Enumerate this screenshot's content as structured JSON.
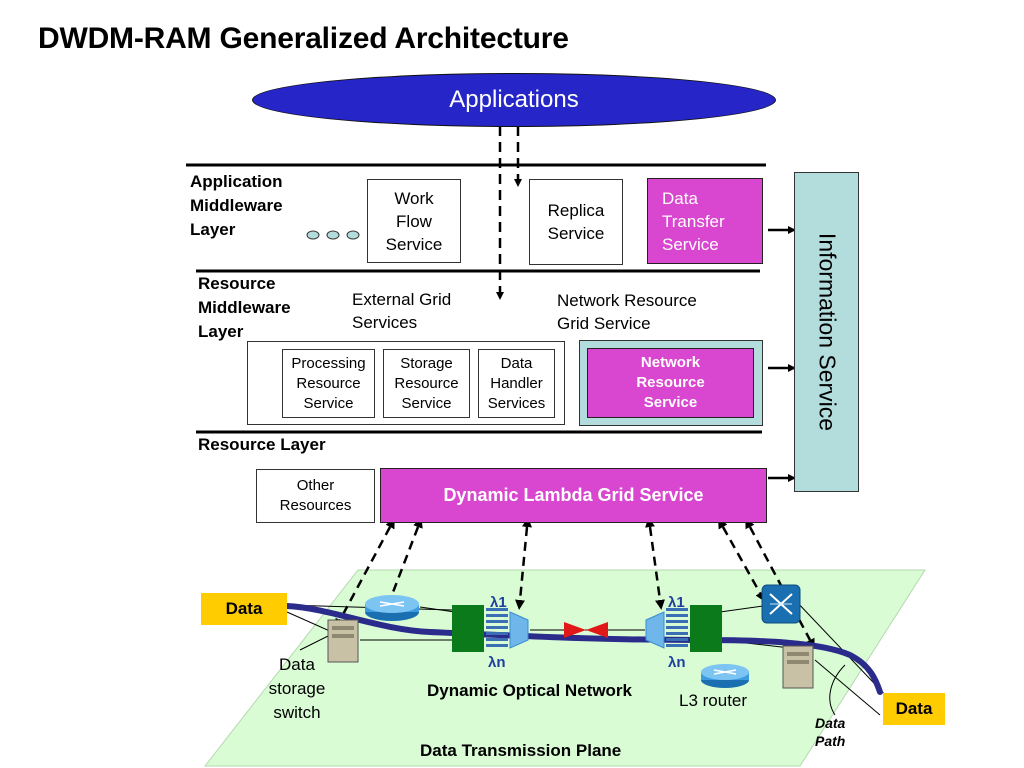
{
  "title": "DWDM-RAM Generalized Architecture",
  "applications_label": "Applications",
  "layers": {
    "app_middleware": "Application\nMiddleware\nLayer",
    "resource_middleware": "Resource\nMiddleware\nLayer",
    "resource": "Resource Layer"
  },
  "app_services": {
    "work_flow": "Work\nFlow\nService",
    "replica": "Replica\nService",
    "data_transfer": "Data\nTransfer\nService"
  },
  "resource_groups": {
    "external_grid": "External Grid\nServices",
    "network_resource_grid": "Network Resource\nGrid Service"
  },
  "resource_services": {
    "processing": "Processing\nResource\nService",
    "storage": "Storage\nResource\nService",
    "data_handler": "Data\nHandler\nServices",
    "network_resource": "Network\nResource\nService"
  },
  "information_service": "Information Service",
  "other_resources": "Other\nResources",
  "dynamic_lambda": "Dynamic Lambda Grid Service",
  "network": {
    "data_left": "Data",
    "data_right": "Data",
    "data_storage_switch": "Data\nstorage\nswitch",
    "dynamic_optical_network": "Dynamic Optical Network",
    "l3_router": "L3 router",
    "data_path": "Data\nPath",
    "plane_label": "Data Transmission Plane",
    "lambda_1": "λ1",
    "lambda_n": "λn"
  },
  "colors": {
    "applications_fill": "#2626c8",
    "magenta": "#d946cf",
    "information_service_fill": "#b3dcdc",
    "plane_fill": "#d9fcd4",
    "data_label_fill": "#ffcc00",
    "data_path_line": "#2b2b8c"
  },
  "icons": [
    "ellipsis-icon",
    "router-icon",
    "server-icon",
    "optical-switch-icon",
    "crossconnect-icon",
    "optical-amplifier-icon"
  ]
}
